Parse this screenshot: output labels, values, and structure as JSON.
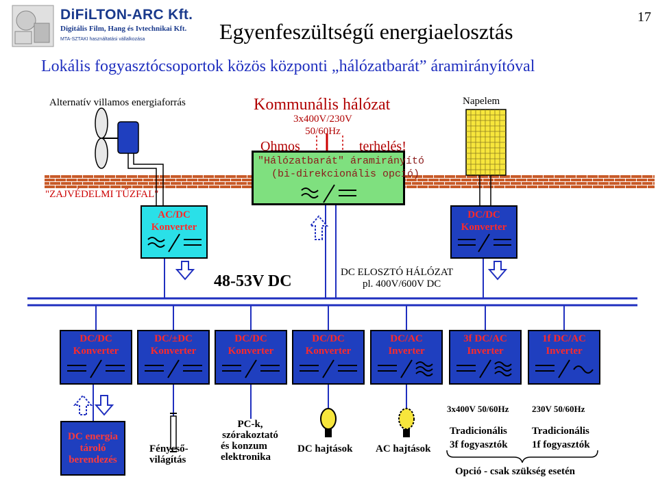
{
  "page": {
    "number": "17",
    "title": "Egyenfeszültségű energiaelosztás",
    "subtitle": "Lokális fogyasztócsoportok közös központi „hálózatbarát” áramirányítóval"
  },
  "logo": {
    "name": "DiFiLTON-ARC Kft.",
    "tagline": "Digitális Film, Hang és Ivtechnikai Kft.",
    "small": "MTA-SZTAKI használtatási vállalkozása"
  },
  "top": {
    "alt_source": "Alternatív villamos energiaforrás",
    "firewall": "\"ZAJVÉDELMI TŰZFAL\"",
    "grid_title": "Kommunális hálózat",
    "grid_voltage": "3x400V/230V",
    "grid_freq": "50/60Hz",
    "ohmos": "Ohmos",
    "terheles": "terhelés!",
    "converter_line1": "\"Hálózatbarát\" áramirányító",
    "converter_line2": "(bi-direkcionális opció)",
    "solar": "Napelem"
  },
  "mid": {
    "acdc_1": "AC/DC",
    "acdc_2": "Konverter",
    "dcdc_top_1": "DC/DC",
    "dcdc_top_2": "Konverter",
    "dc48": "48-53V DC",
    "dcnet_1": "DC ELOSZTÓ HÁLÓZAT",
    "dcnet_2": "pl. 400V/600V DC"
  },
  "converters": [
    {
      "l1": "DC/DC",
      "l2": "Konverter"
    },
    {
      "l1": "DC/±DC",
      "l2": "Konverter"
    },
    {
      "l1": "DC/DC",
      "l2": "Konverter"
    },
    {
      "l1": "DC/DC",
      "l2": "Konverter"
    },
    {
      "l1": "DC/AC",
      "l2": "Inverter"
    },
    {
      "l1": "3f DC/AC",
      "l2": "Inverter"
    },
    {
      "l1": "1f DC/AC",
      "l2": "Inverter"
    }
  ],
  "loads": {
    "storage": "DC energia tároló berendezés",
    "storage_l1": "DC energia",
    "storage_l2": "tároló",
    "storage_l3": "berendezés",
    "light_l1": "Fénycső-",
    "light_l2": "világítás",
    "pc_l1": "PC-k,",
    "pc_l2": "szórakoztató",
    "pc_l3": "és konzum",
    "pc_l4": "elektronika",
    "dc_drive": "DC hajtások",
    "ac_drive": "AC hajtások",
    "out_3f": "3x400V 50/60Hz",
    "out_1f": "230V 50/60Hz",
    "trad3_l1": "Tradicionális",
    "trad3_l2": "3f fogyasztók",
    "trad1_l1": "Tradicionális",
    "trad1_l2": "1f fogyasztók",
    "option": "Opció - csak szükség esetén"
  },
  "colors": {
    "bus": "#1f2fbf",
    "converter_fill": "#1f3fbf",
    "converter_text": "#ff2a2a",
    "acdc_fill": "#2ae0e8",
    "green_fill": "#7fe07f",
    "brick": "#c85a28",
    "solar": "#f7e63c",
    "title_blue": "#1f2fbf",
    "grid_red": "#b00000"
  }
}
